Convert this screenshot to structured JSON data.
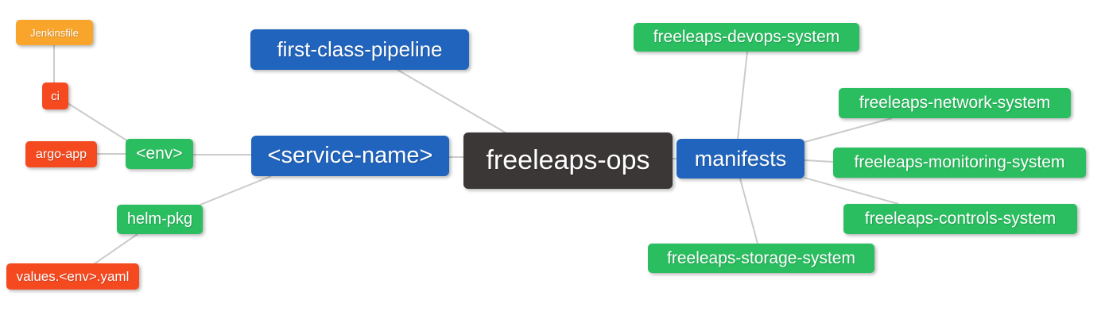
{
  "palette": {
    "orange": "#F9A52B",
    "red": "#F54A1F",
    "green": "#2BBE60",
    "blue": "#2164BD",
    "dark": "#3B3737",
    "edge": "#CBCBCB",
    "background": "#FFFFFF",
    "text": "#FFFFFF"
  },
  "nodes": {
    "freeleaps_ops": {
      "label": "freeleaps-ops",
      "color": "dark"
    },
    "first_class_pipeline": {
      "label": "first-class-pipeline",
      "color": "blue"
    },
    "service_name": {
      "label": "<service-name>",
      "color": "blue"
    },
    "manifests": {
      "label": "manifests",
      "color": "blue"
    },
    "env": {
      "label": "<env>",
      "color": "green"
    },
    "helm_pkg": {
      "label": "helm-pkg",
      "color": "green"
    },
    "ci": {
      "label": "ci",
      "color": "red"
    },
    "argo_app": {
      "label": "argo-app",
      "color": "red"
    },
    "jenkinsfile": {
      "label": "Jenkinsfile",
      "color": "orange"
    },
    "values_env_yaml": {
      "label": "values.<env>.yaml",
      "color": "red"
    },
    "devops_system": {
      "label": "freeleaps-devops-system",
      "color": "green"
    },
    "network_system": {
      "label": "freeleaps-network-system",
      "color": "green"
    },
    "monitoring_system": {
      "label": "freeleaps-monitoring-system",
      "color": "green"
    },
    "controls_system": {
      "label": "freeleaps-controls-system",
      "color": "green"
    },
    "storage_system": {
      "label": "freeleaps-storage-system",
      "color": "green"
    }
  },
  "edges": [
    {
      "from": "jenkinsfile",
      "to": "ci"
    },
    {
      "from": "ci",
      "to": "env"
    },
    {
      "from": "argo_app",
      "to": "env"
    },
    {
      "from": "env",
      "to": "service_name"
    },
    {
      "from": "first_class_pipeline",
      "to": "freeleaps_ops"
    },
    {
      "from": "service_name",
      "to": "freeleaps_ops"
    },
    {
      "from": "helm_pkg",
      "to": "service_name"
    },
    {
      "from": "values_env_yaml",
      "to": "helm_pkg"
    },
    {
      "from": "freeleaps_ops",
      "to": "manifests"
    },
    {
      "from": "manifests",
      "to": "devops_system"
    },
    {
      "from": "manifests",
      "to": "network_system"
    },
    {
      "from": "manifests",
      "to": "monitoring_system"
    },
    {
      "from": "manifests",
      "to": "controls_system"
    },
    {
      "from": "manifests",
      "to": "storage_system"
    }
  ]
}
